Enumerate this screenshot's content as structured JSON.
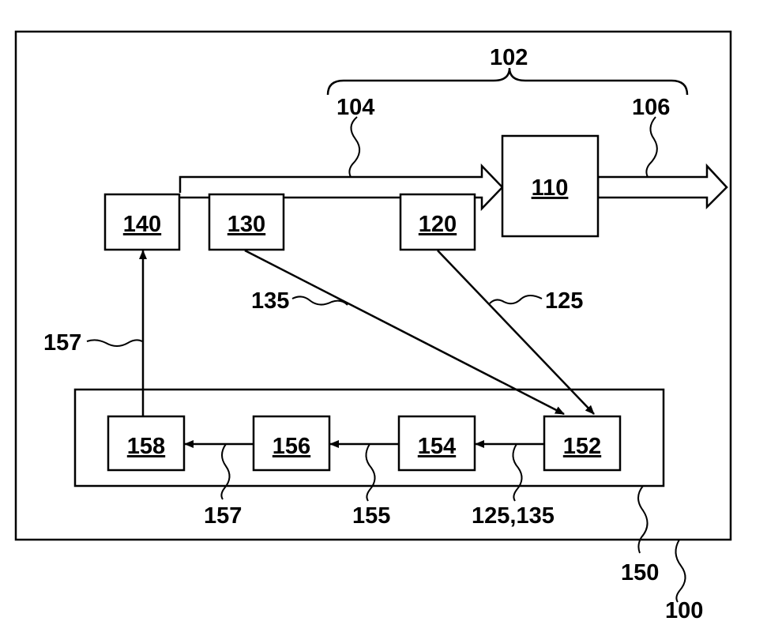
{
  "diagram": {
    "system": {
      "ref": "100"
    },
    "path_group": {
      "ref": "102"
    },
    "input_arrow": {
      "ref": "104"
    },
    "output_arrow": {
      "ref": "106"
    },
    "blocks": [
      {
        "id": "110",
        "label": "110"
      },
      {
        "id": "120",
        "label": "120"
      },
      {
        "id": "130",
        "label": "130"
      },
      {
        "id": "140",
        "label": "140"
      }
    ],
    "unit": {
      "ref": "150",
      "blocks": [
        {
          "id": "152",
          "label": "152"
        },
        {
          "id": "154",
          "label": "154"
        },
        {
          "id": "156",
          "label": "156"
        },
        {
          "id": "158",
          "label": "158"
        }
      ]
    },
    "signals": {
      "s125": "125",
      "s135": "135",
      "s125_135": "125,135",
      "s155": "155",
      "s157_bottom": "157",
      "s157_left": "157"
    },
    "colors": {
      "line": "#000000",
      "background": "#ffffff"
    }
  }
}
